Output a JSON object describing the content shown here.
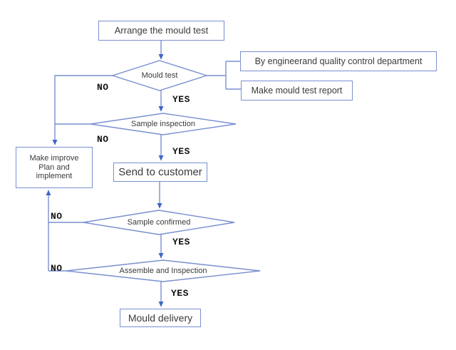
{
  "diagram": {
    "type": "flowchart",
    "nodes": {
      "arrange": {
        "label": "Arrange the mould test",
        "shape": "rect"
      },
      "mould_test": {
        "label": "Mould test",
        "shape": "diamond"
      },
      "by_engineer": {
        "label": "By engineerand quality control department",
        "shape": "rect"
      },
      "make_report": {
        "label": "Make mould test report",
        "shape": "rect"
      },
      "sample_inspection": {
        "label": "Sample inspection",
        "shape": "diamond"
      },
      "make_improve": {
        "line1": "Make improve",
        "line2": "Plan and",
        "line3": "implement",
        "shape": "rect"
      },
      "send_customer": {
        "label": "Send to customer",
        "shape": "rect"
      },
      "sample_confirmed": {
        "label": "Sample confirmed",
        "shape": "diamond"
      },
      "assemble": {
        "label": "Assemble and Inspection",
        "shape": "diamond"
      },
      "mould_delivery": {
        "label": "Mould delivery",
        "shape": "rect"
      }
    },
    "edge_labels": {
      "no1": "NO",
      "yes1": "YES",
      "no2": "NO",
      "yes2": "YES",
      "no3": "NO",
      "yes3": "YES",
      "no4": "NO",
      "yes4": "YES"
    },
    "colors": {
      "line": "#7a8fd0",
      "arrowhead": "#3f66c6",
      "node_text": "#3a3a3a",
      "edge_label_text": "#111111",
      "background": "#ffffff"
    }
  }
}
